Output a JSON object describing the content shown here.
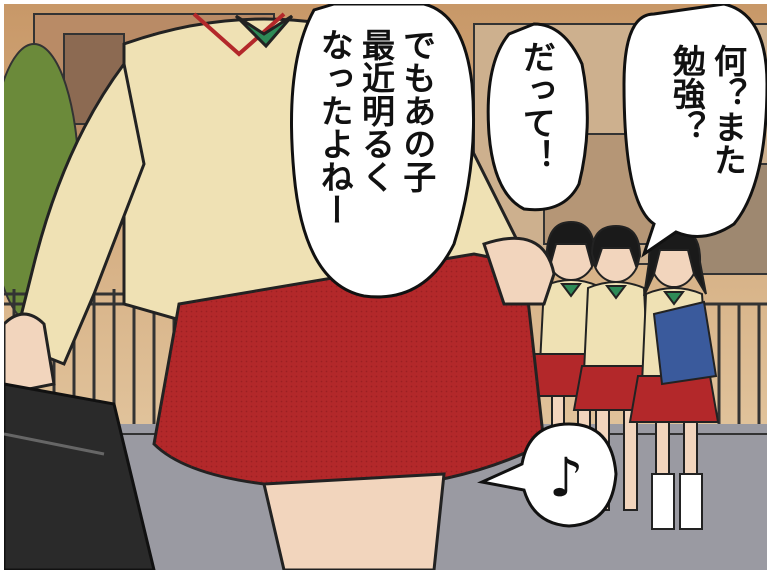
{
  "bubbles": [
    {
      "text": "何？また\n勉強？"
    },
    {
      "text": "だって！"
    },
    {
      "text": "でもあの子\n最近明るく\nなったよねー"
    },
    {
      "text": "♪"
    }
  ],
  "colors": {
    "sky": "#d9b48c",
    "sweater": "#efe1b4",
    "skirt": "#b3282a",
    "ribbon": "#2e8b57",
    "bag_blue": "#3a5a9c",
    "ground": "#9a9aa2"
  }
}
